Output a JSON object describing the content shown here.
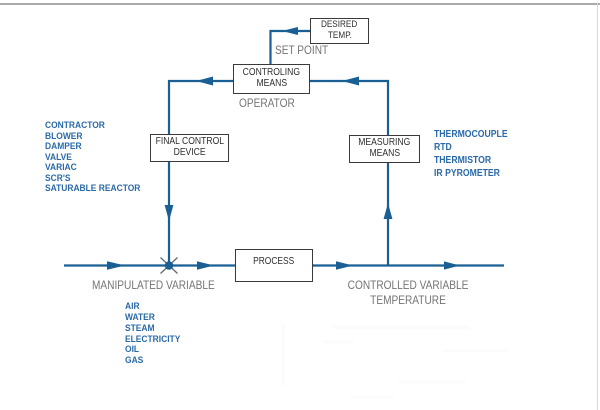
{
  "diagram": {
    "boxes": {
      "desired_temp": {
        "line1": "DESIRED",
        "line2": "TEMP."
      },
      "controlling_means": {
        "line1": "CONTROLING",
        "line2": "MEANS"
      },
      "final_control_device": {
        "line1": "FINAL CONTROL",
        "line2": "DEVICE"
      },
      "measuring_means": {
        "line1": "MEASURING",
        "line2": "MEANS"
      },
      "process": {
        "line1": "PROCESS"
      }
    },
    "labels": {
      "set_point": "SET POINT",
      "operator": "OPERATOR",
      "manipulated_variable": "MANIPULATED VARIABLE",
      "controlled_variable": "CONTROLLED VARIABLE",
      "controlled_variable_sub": "TEMPERATURE"
    },
    "lists": {
      "final_control_examples": [
        "CONTRACTOR",
        "BLOWER",
        "DAMPER",
        "VALVE",
        "VARIAC",
        "SCR'S",
        "SATURABLE REACTOR"
      ],
      "sensor_examples": [
        "THERMOCOUPLE",
        "RTD",
        "THERMISTOR",
        "IR PYROMETER"
      ],
      "manipulated_examples": [
        "AIR",
        "WATER",
        "STEAM",
        "ELECTRICITY",
        "OIL",
        "GAS"
      ]
    },
    "colors": {
      "line-blue": "#1a5f93",
      "text-blue": "#2a6aa8",
      "label-gray": "#747474",
      "box-border": "#3a3a3a",
      "box-text": "#2e2e2e",
      "top-rule": "#aaaaaa",
      "xmark-gray": "#5f6b75"
    }
  }
}
